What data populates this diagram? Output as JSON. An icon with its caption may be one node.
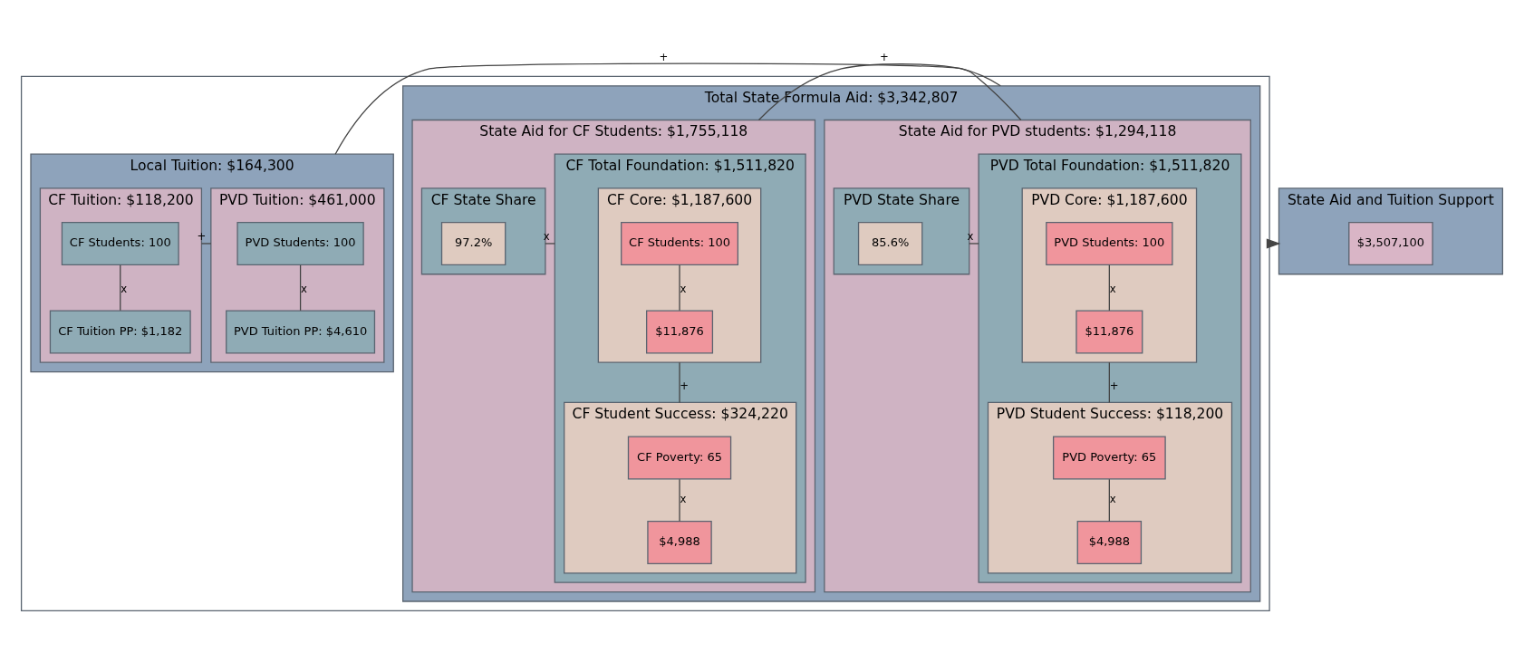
{
  "diagram": {
    "nodes": [
      {
        "text": [],
        "shape": "box"
      },
      {
        "text": [
          "Total State Formula Aid: $3,342,807"
        ],
        "in": 0
      },
      {
        "text": [
          "State Aid for PVD students: $1,294,118"
        ],
        "in": 1
      },
      {
        "text": [
          "PVD Total Foundation: $1,511,820"
        ],
        "in": 2
      },
      {
        "text": [
          "PVD Core: $1,187,600"
        ],
        "in": 3
      },
      {
        "text": [
          "PVD Students: 100"
        ],
        "in": 4
      },
      {
        "text": [
          "$11,876"
        ],
        "in": 4
      },
      {
        "text": [
          "PVD Student Success: $118,200"
        ],
        "in": 3
      },
      {
        "text": [
          "PVD Poverty: 65"
        ],
        "in": 7
      },
      {
        "text": [
          "$4,988"
        ],
        "in": 7
      },
      {
        "text": [
          "PVD State Share"
        ],
        "in": 2
      },
      {
        "text": [
          "85.6%"
        ],
        "in": 10
      },
      {
        "text": [
          "State Aid for CF Students: $1,755,118"
        ],
        "in": 1
      },
      {
        "text": [
          "CF Total Foundation: $1,511,820"
        ],
        "in": 12
      },
      {
        "text": [
          "CF Core: $1,187,600"
        ],
        "in": 13
      },
      {
        "text": [
          "CF Students: 100"
        ],
        "in": 14
      },
      {
        "text": [
          "$11,876"
        ],
        "in": 14
      },
      {
        "text": [
          "CF Student Success: $324,220"
        ],
        "in": 13
      },
      {
        "text": [
          "CF Poverty: 65"
        ],
        "in": 17
      },
      {
        "text": [
          "$4,988"
        ],
        "in": 17
      },
      {
        "text": [
          "CF State Share"
        ],
        "in": 12
      },
      {
        "text": [
          "97.2%"
        ],
        "in": 20
      },
      {
        "text": [
          "Local Tuition: $164,300"
        ],
        "in": 0
      },
      {
        "text": [
          "PVD Tuition: $461,000"
        ],
        "in": 22
      },
      {
        "text": [
          "PVD Students: 100"
        ],
        "in": 23
      },
      {
        "text": [
          "PVD Tuition PP: $4,610"
        ],
        "in": 23
      },
      {
        "text": [
          "CF Tuition: $118,200"
        ],
        "in": 22
      },
      {
        "text": [
          "CF Students: 100"
        ],
        "in": 26
      },
      {
        "text": [
          "CF Tuition PP: $1,182"
        ],
        "in": 26
      },
      {
        "text": [
          "State Aid and Tuition Support"
        ]
      },
      {
        "text": [
          "$3,507,100"
        ],
        "in": 29
      }
    ],
    "edges": [
      {
        "from": 5,
        "to": 6,
        "arrow": "none",
        "label": "x"
      },
      {
        "from": 4,
        "to": 7,
        "arrow": "none",
        "label": "+"
      },
      {
        "from": 8,
        "to": 9,
        "arrow": "none",
        "label": "x"
      },
      {
        "from": 3,
        "to": 10,
        "arrow": "none",
        "label": "x"
      },
      {
        "from": 2,
        "to": 12,
        "arrow": "none",
        "label": "+"
      },
      {
        "from": 15,
        "to": 16,
        "arrow": "none",
        "label": "x"
      },
      {
        "from": 14,
        "to": 17,
        "arrow": "none",
        "label": "+"
      },
      {
        "from": 18,
        "to": 19,
        "arrow": "none",
        "label": "x"
      },
      {
        "from": 13,
        "to": 20,
        "arrow": "none",
        "label": "x"
      },
      {
        "from": 1,
        "to": 22,
        "arrow": "none",
        "label": "+"
      },
      {
        "from": 24,
        "to": 25,
        "arrow": "none",
        "label": "x"
      },
      {
        "from": 23,
        "to": 26,
        "arrow": "none",
        "label": "+"
      },
      {
        "from": 27,
        "to": 28,
        "arrow": "none",
        "label": "x"
      },
      {
        "from": 0,
        "to": 29,
        "arrow": "to"
      }
    ]
  }
}
